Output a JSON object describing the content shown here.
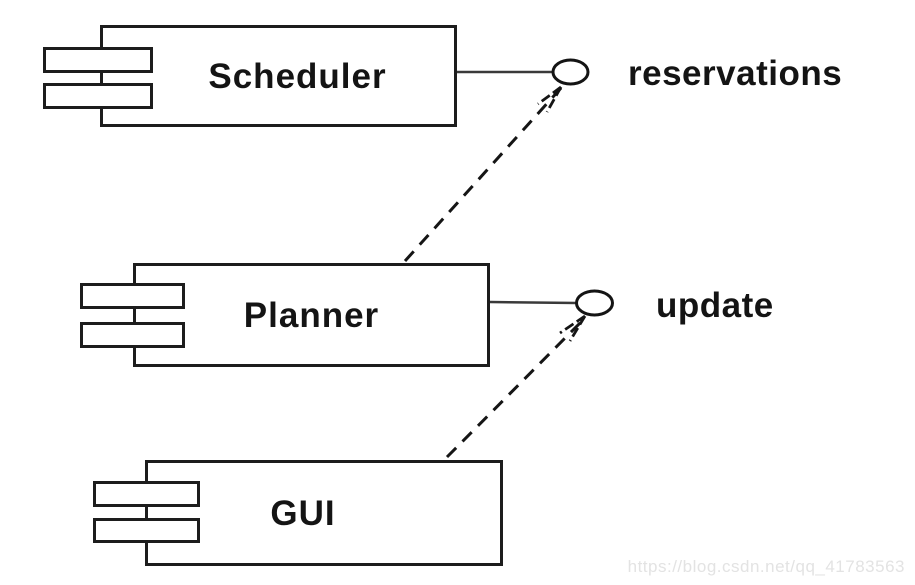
{
  "diagram": {
    "type": "uml-component-diagram",
    "components": [
      {
        "name": "Scheduler",
        "icon": "uml-component-icon"
      },
      {
        "name": "Planner",
        "icon": "uml-component-icon"
      },
      {
        "name": "GUI",
        "icon": "uml-component-icon"
      }
    ],
    "interfaces": [
      {
        "name": "reservations",
        "provided_by": "Scheduler",
        "icon": "lollipop-interface-icon"
      },
      {
        "name": "update",
        "provided_by": "Planner",
        "icon": "lollipop-interface-icon"
      }
    ],
    "dependencies": [
      {
        "from": "Planner",
        "to": "reservations",
        "style": "dashed-open-arrow"
      },
      {
        "from": "GUI",
        "to": "update",
        "style": "dashed-open-arrow"
      }
    ],
    "watermark": "https://blog.csdn.net/qq_41783563",
    "colors": {
      "stroke": "#1d1d1d",
      "background": "#ffffff",
      "watermark": "#e3e3e3"
    }
  }
}
